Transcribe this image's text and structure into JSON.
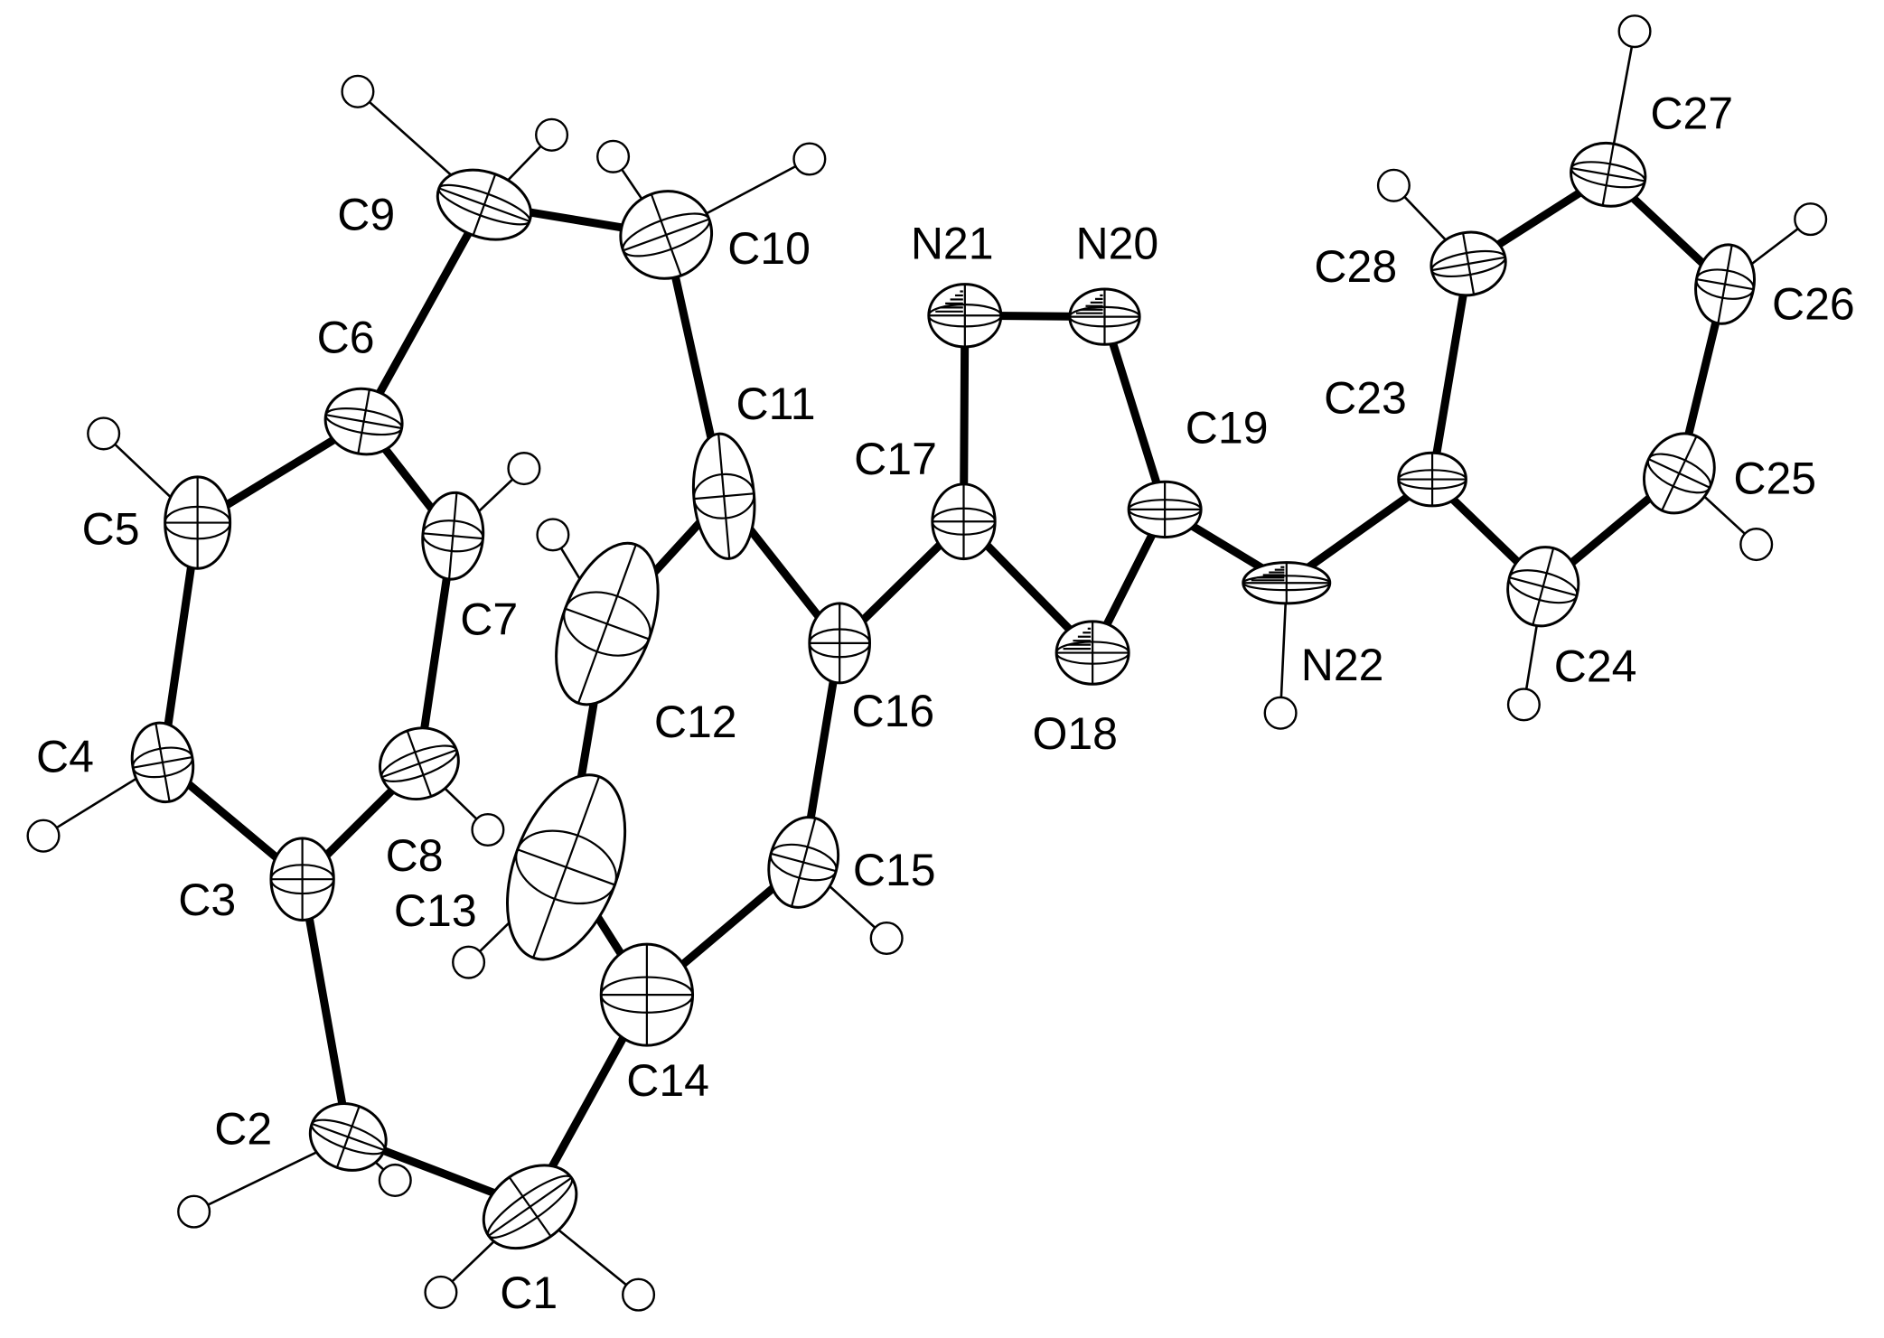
{
  "figure": {
    "description_type": "ORTEP thermal-ellipsoid molecular structure",
    "atoms": [
      {
        "id": "C1",
        "label": "C1",
        "element": "C"
      },
      {
        "id": "C2",
        "label": "C2",
        "element": "C"
      },
      {
        "id": "C3",
        "label": "C3",
        "element": "C"
      },
      {
        "id": "C4",
        "label": "C4",
        "element": "C"
      },
      {
        "id": "C5",
        "label": "C5",
        "element": "C"
      },
      {
        "id": "C6",
        "label": "C6",
        "element": "C"
      },
      {
        "id": "C7",
        "label": "C7",
        "element": "C"
      },
      {
        "id": "C8",
        "label": "C8",
        "element": "C"
      },
      {
        "id": "C9",
        "label": "C9",
        "element": "C"
      },
      {
        "id": "C10",
        "label": "C10",
        "element": "C"
      },
      {
        "id": "C11",
        "label": "C11",
        "element": "C"
      },
      {
        "id": "C12",
        "label": "C12",
        "element": "C"
      },
      {
        "id": "C13",
        "label": "C13",
        "element": "C"
      },
      {
        "id": "C14",
        "label": "C14",
        "element": "C"
      },
      {
        "id": "C15",
        "label": "C15",
        "element": "C"
      },
      {
        "id": "C16",
        "label": "C16",
        "element": "C"
      },
      {
        "id": "C17",
        "label": "C17",
        "element": "C"
      },
      {
        "id": "O18",
        "label": "O18",
        "element": "O"
      },
      {
        "id": "C19",
        "label": "C19",
        "element": "C"
      },
      {
        "id": "N20",
        "label": "N20",
        "element": "N"
      },
      {
        "id": "N21",
        "label": "N21",
        "element": "N"
      },
      {
        "id": "N22",
        "label": "N22",
        "element": "N"
      },
      {
        "id": "C23",
        "label": "C23",
        "element": "C"
      },
      {
        "id": "C24",
        "label": "C24",
        "element": "C"
      },
      {
        "id": "C25",
        "label": "C25",
        "element": "C"
      },
      {
        "id": "C26",
        "label": "C26",
        "element": "C"
      },
      {
        "id": "C27",
        "label": "C27",
        "element": "C"
      },
      {
        "id": "C28",
        "label": "C28",
        "element": "C"
      }
    ],
    "bonds": [
      [
        "C1",
        "C2"
      ],
      [
        "C1",
        "C14"
      ],
      [
        "C2",
        "C3"
      ],
      [
        "C3",
        "C4"
      ],
      [
        "C3",
        "C8"
      ],
      [
        "C4",
        "C5"
      ],
      [
        "C5",
        "C6"
      ],
      [
        "C6",
        "C7"
      ],
      [
        "C7",
        "C8"
      ],
      [
        "C6",
        "C9"
      ],
      [
        "C9",
        "C10"
      ],
      [
        "C10",
        "C11"
      ],
      [
        "C11",
        "C12"
      ],
      [
        "C11",
        "C16"
      ],
      [
        "C12",
        "C13"
      ],
      [
        "C13",
        "C14"
      ],
      [
        "C14",
        "C15"
      ],
      [
        "C15",
        "C16"
      ],
      [
        "C16",
        "C17"
      ],
      [
        "C17",
        "N21"
      ],
      [
        "N21",
        "N20"
      ],
      [
        "N20",
        "C19"
      ],
      [
        "C19",
        "O18"
      ],
      [
        "O18",
        "C17"
      ],
      [
        "C19",
        "N22"
      ],
      [
        "N22",
        "C23"
      ],
      [
        "C23",
        "C24"
      ],
      [
        "C24",
        "C25"
      ],
      [
        "C25",
        "C26"
      ],
      [
        "C26",
        "C27"
      ],
      [
        "C27",
        "C28"
      ],
      [
        "C28",
        "C23"
      ]
    ],
    "hydrogens": [
      {
        "parent": "C1",
        "count": 2
      },
      {
        "parent": "C2",
        "count": 2
      },
      {
        "parent": "C4",
        "count": 1
      },
      {
        "parent": "C5",
        "count": 1
      },
      {
        "parent": "C7",
        "count": 1
      },
      {
        "parent": "C8",
        "count": 1
      },
      {
        "parent": "C9",
        "count": 2
      },
      {
        "parent": "C10",
        "count": 2
      },
      {
        "parent": "C12",
        "count": 1
      },
      {
        "parent": "C13",
        "count": 1
      },
      {
        "parent": "C15",
        "count": 1
      },
      {
        "parent": "N22",
        "count": 1
      },
      {
        "parent": "C24",
        "count": 1
      },
      {
        "parent": "C25",
        "count": 1
      },
      {
        "parent": "C26",
        "count": 1
      },
      {
        "parent": "C27",
        "count": 1
      },
      {
        "parent": "C28",
        "count": 1
      }
    ],
    "colors": {
      "ink": "#000000",
      "background": "#ffffff",
      "atom_fill": "#ffffff"
    }
  }
}
